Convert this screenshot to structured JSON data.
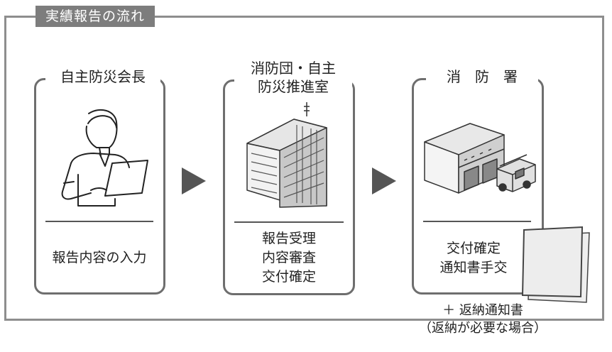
{
  "title": "実績報告の流れ",
  "steps": [
    {
      "heading": "自主防災会長",
      "text": [
        "報告内容の入力"
      ]
    },
    {
      "heading": [
        "消防団・自主",
        "防災推進室"
      ],
      "text": [
        "報告受理",
        "内容審査",
        "交付確定"
      ]
    },
    {
      "heading": "消　防　署",
      "text": [
        "交付確定",
        "通知書手交"
      ]
    }
  ],
  "footnote": [
    "＋ 返納通知書",
    "（返納が必要な場合）"
  ],
  "icons": {
    "step1": "person-with-laptop-icon",
    "step2": "office-building-icon",
    "step3": "fire-station-icon",
    "arrow": "triangle-arrow-right-icon",
    "document": "document-paper-icon"
  }
}
